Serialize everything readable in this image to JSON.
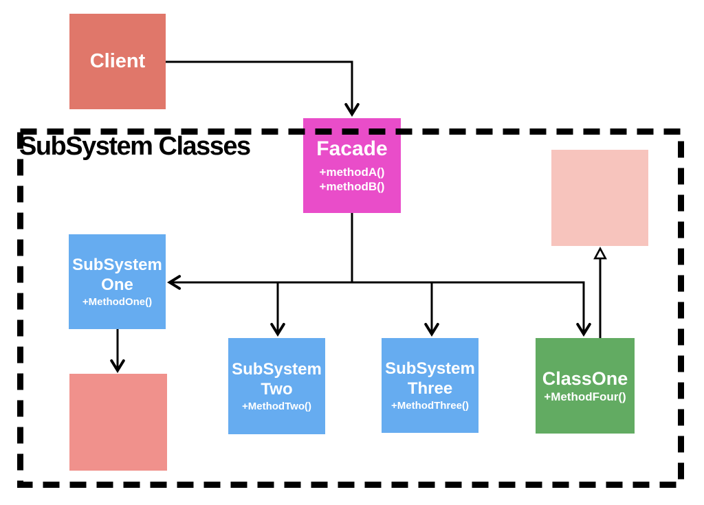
{
  "diagram": {
    "region_title": "SubSystem Classes",
    "nodes": {
      "client": {
        "label": "Client",
        "color": "#E0776A"
      },
      "facade": {
        "label": "Facade",
        "method_a": "+methodA()",
        "method_b": "+methodB()",
        "color": "#E94DC9"
      },
      "subsystem_one": {
        "label": "SubSystem One",
        "method": "+MethodOne()",
        "color": "#66ACF0"
      },
      "subsystem_two": {
        "label": "SubSystem Two",
        "method": "+MethodTwo()",
        "color": "#66ACF0"
      },
      "subsystem_three": {
        "label": "SubSystem Three",
        "method": "+MethodThree()",
        "color": "#66ACF0"
      },
      "class_one": {
        "label": "ClassOne",
        "method": "+MethodFour()",
        "color": "#62AB62"
      },
      "unlabeled_top_right": {
        "color": "#F7C4BD"
      },
      "unlabeled_bottom_left": {
        "color": "#F0918C"
      }
    },
    "edges": [
      {
        "from": "client",
        "to": "facade",
        "head": "filled-v"
      },
      {
        "from": "facade",
        "to": "subsystem_one",
        "head": "filled-v"
      },
      {
        "from": "facade",
        "to": "subsystem_two",
        "head": "filled-v"
      },
      {
        "from": "facade",
        "to": "subsystem_three",
        "head": "filled-v"
      },
      {
        "from": "facade",
        "to": "class_one",
        "head": "filled-v"
      },
      {
        "from": "subsystem_one",
        "to": "unlabeled_bottom_left",
        "head": "filled-v"
      },
      {
        "from": "class_one",
        "to": "unlabeled_top_right",
        "head": "open-triangle"
      }
    ],
    "colors": {
      "background": "#FFFFFF",
      "arrow": "#000000",
      "boundary_dash": "#000000",
      "node_text": "#FFFFFF",
      "title_text": "#000000"
    }
  }
}
